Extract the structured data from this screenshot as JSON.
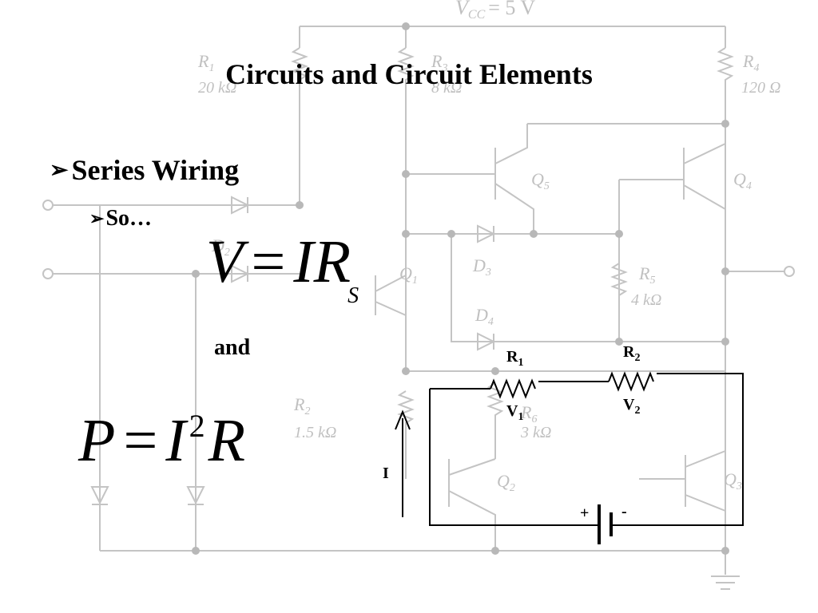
{
  "slide": {
    "title": "Circuits and Circuit Elements",
    "bullet_1": "Series Wiring",
    "bullet_2": "So…",
    "bullet_glyph": "➢",
    "conjunction": "and"
  },
  "equation_1": {
    "lhs": "V",
    "operator": "=",
    "rhs_current": "I",
    "rhs_resistance": "R",
    "subscript": "S"
  },
  "equation_2": {
    "lhs": "P",
    "operator": "=",
    "current": "I",
    "exponent": "2",
    "resistance": "R"
  },
  "circuit": {
    "r1_label": "R",
    "r1_sub": "1",
    "r2_label": "R",
    "r2_sub": "2",
    "v1_label": "V",
    "v1_sub": "1",
    "v2_label": "V",
    "v2_sub": "2",
    "current_label": "I",
    "plus_label": "+",
    "minus_label": "-"
  },
  "background_schematic": {
    "vcc": "V",
    "vcc_sub": "CC",
    "vcc_value": "= 5 V",
    "r1": "R",
    "r1_sub": "1",
    "r1_value": "20 kΩ",
    "r3": "R",
    "r3_sub": "3",
    "r3_value": "8 kΩ",
    "r4": "R",
    "r4_sub": "4",
    "r4_value": "120 Ω",
    "r5": "R",
    "r5_sub": "5",
    "r5_value": "4 kΩ",
    "r2": "R",
    "r2_sub": "2",
    "r2_value": "1.5 kΩ",
    "r6": "R",
    "r6_sub": "6",
    "r6_value": "3 kΩ",
    "q1": "Q",
    "q1_sub": "1",
    "q2": "Q",
    "q2_sub": "2",
    "q3": "Q",
    "q3_sub": "3",
    "q4": "Q",
    "q4_sub": "4",
    "q5": "Q",
    "q5_sub": "5",
    "d2": "D",
    "d2_sub": "2",
    "d3": "D",
    "d3_sub": "3",
    "d4": "D",
    "d4_sub": "4"
  }
}
